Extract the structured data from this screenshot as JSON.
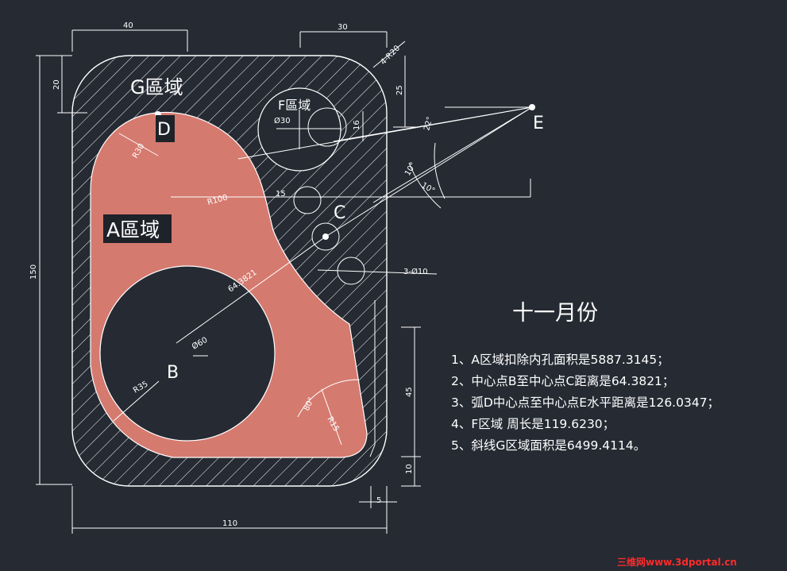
{
  "dimensions": {
    "top_width": "40",
    "top_right_width": "30",
    "fillet_label": "4-R20",
    "left_top_height": "20",
    "right_top_height": "25",
    "total_height": "150",
    "f_offset": "16",
    "circle_f_diameter": "Ø30",
    "small_radius": "15",
    "arc_radius_30": "R30",
    "arc_radius_100": "R100",
    "angle_22": "22°",
    "angle_10a": "10°",
    "angle_10b": "10°",
    "distance_bc": "64.3821",
    "circle_b_diameter": "Ø60",
    "arc_radius_35": "R35",
    "angle_80": "80°",
    "arc_radius_15": "R15",
    "three_holes": "3-Ø10",
    "right_height_45": "45",
    "right_height_10": "10",
    "bottom_offset_5": "5",
    "total_width": "110"
  },
  "labels": {
    "region_g": "G區域",
    "region_f": "F區域",
    "region_a": "A區域",
    "point_d": "D",
    "point_e": "E",
    "point_c": "C",
    "point_b": "B"
  },
  "title": "十一月份",
  "notes": [
    "1、A区域扣除内孔面积是5887.3145；",
    "2、中心点B至中心点C距离是64.3821；",
    "3、弧D中心点至中心点E水平距离是126.0347；",
    "4、F区域 周长是119.6230；",
    "5、斜线G区域面积是6499.4114。"
  ],
  "watermark": "三维网www.3dportal.cn",
  "colors": {
    "background": "#252a33",
    "region_a_fill": "#d57a6f",
    "lines": "#ffffff",
    "watermark": "#ff2a2a"
  }
}
